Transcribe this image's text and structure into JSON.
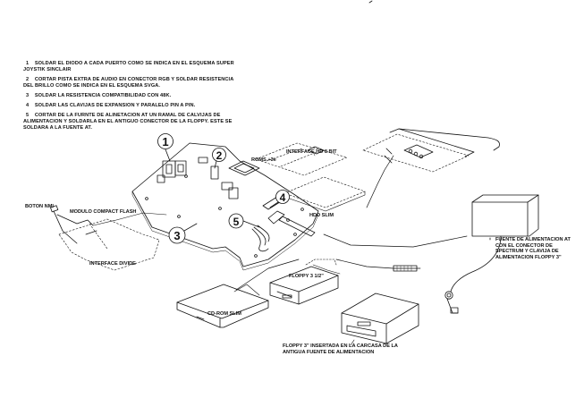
{
  "instructions": [
    {
      "num": "1",
      "lines": [
        "SOLDAR EL DIODO A CADA PUERTO COMO SE INDICA EN EL ESQUEMA SUPER",
        "JOYSTIK SINCLAIR"
      ]
    },
    {
      "num": "2",
      "lines": [
        "CORTAR PISTA EXTRA DE AUDIO EN CONECTOR RGB Y SOLDAR RESISTENCIA",
        "DEL BRILLO COMO SE INDICA EN EL ESQUEMA SVGA."
      ]
    },
    {
      "num": "3",
      "lines": [
        "SOLDAR LA RESISTENCIA COMPATIBILIDAD CON 48K."
      ]
    },
    {
      "num": "4",
      "lines": [
        "SOLDAR LAS CLAVIJAS DE EXPANSION Y PARALELO PIN A PIN."
      ]
    },
    {
      "num": "5",
      "lines": [
        "CORTAR DE LA FURNTE DE ALINETACION AT UN RAMAL DE CALVIJAS DE",
        "ALIMENTACION Y SOLDARLA EN EL ANTIGUO CONECTOR DE LA FLOPPY. ESTE SE",
        "SOLDARA A LA FUENTE AT."
      ]
    }
  ],
  "callouts": [
    "1",
    "2",
    "3",
    "4",
    "5"
  ],
  "labels": {
    "roms": "ROMS +3e",
    "interface_hd": "INTERFACE HD 8 BIT",
    "boton_nmi": "BOTON NMI",
    "modulo_cf": "MODULO COMPACT FLASH",
    "hdd_slim": "HDD SLIM",
    "interface_divide": "INTERFACE DIVIDE",
    "floppy_35": "FLOPPY 3 1/2\"",
    "cdrom_slim": "CD-ROM SLIM",
    "floppy_3": [
      "FLOPPY 3\" INSERTADA EN LA CARCASA DE LA",
      "ANTIGUA FUENTE DE ALIMENTACION"
    ],
    "fuente_at": [
      "FUENTE DE ALIMENTACION AT",
      "CON EL CONECTOR DE",
      "SPECTRUM Y CLAVIJA DE",
      "ALIMENTACION FLOPPY 3\""
    ]
  }
}
